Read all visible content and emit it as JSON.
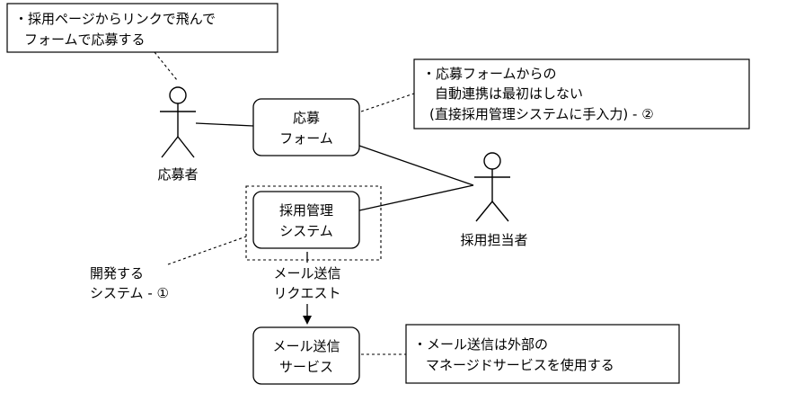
{
  "notes": {
    "apply_note": [
      "・採用ページからリンクで飛んで",
      "フォームで応募する"
    ],
    "form_note": [
      "・応募フォームからの",
      "自動連携は最初はしない",
      "(直接採用管理システムに手入力) - ②"
    ],
    "mail_note": [
      "・メール送信は外部の",
      "マネージドサービスを使用する"
    ]
  },
  "actors": {
    "applicant": "応募者",
    "recruiter": "採用担当者"
  },
  "boxes": {
    "form": [
      "応募",
      "フォーム"
    ],
    "ats": [
      "採用管理",
      "システム"
    ],
    "mail": [
      "メール送信",
      "サービス"
    ]
  },
  "labels": {
    "dev_system": [
      "開発する",
      "システム - ①"
    ],
    "mail_request": [
      "メール送信",
      "リクエスト"
    ]
  }
}
